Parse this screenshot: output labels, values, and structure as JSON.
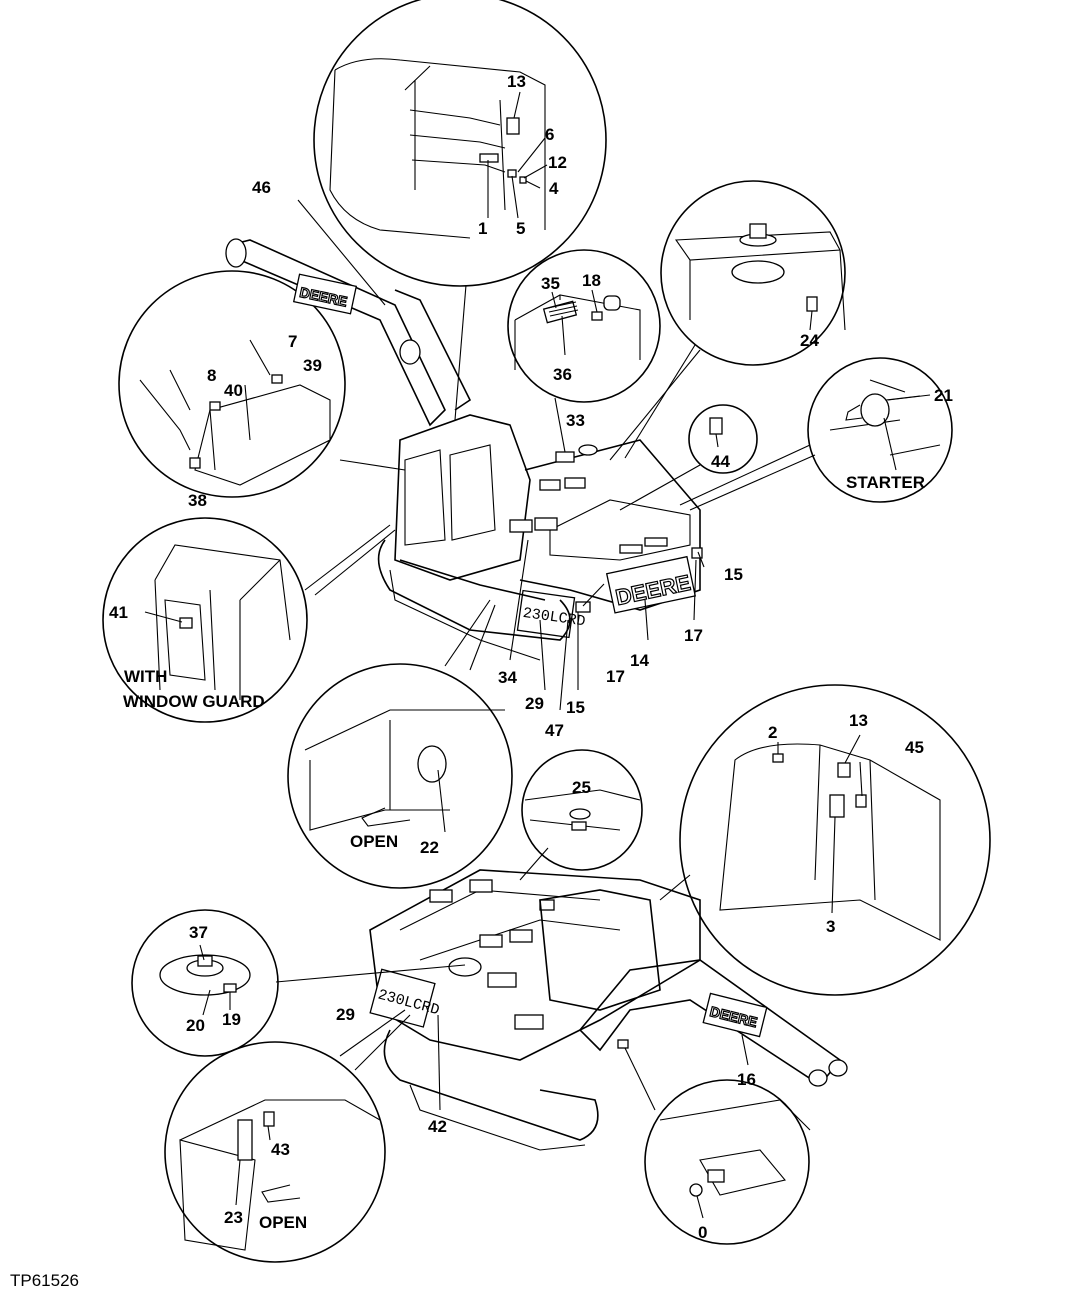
{
  "figure_id": "TP61526",
  "callouts": {
    "c0": "0",
    "c1": "1",
    "c2": "2",
    "c3": "3",
    "c4": "4",
    "c5": "5",
    "c6": "6",
    "c7": "7",
    "c8": "8",
    "c12": "12",
    "c13a": "13",
    "c13b": "13",
    "c14": "14",
    "c15a": "15",
    "c15b": "15",
    "c16": "16",
    "c17a": "17",
    "c17b": "17",
    "c18": "18",
    "c19": "19",
    "c20": "20",
    "c21": "21",
    "c22": "22",
    "c23": "23",
    "c24": "24",
    "c25": "25",
    "c29a": "29",
    "c29b": "29",
    "c33": "33",
    "c34": "34",
    "c35": "35",
    "c36": "36",
    "c37": "37",
    "c38": "38",
    "c39": "39",
    "c40": "40",
    "c41": "41",
    "c42": "42",
    "c43": "43",
    "c44": "44",
    "c45": "45",
    "c46": "46",
    "c47": "47"
  },
  "captions": {
    "starter": "STARTER",
    "window_guard_1": "WITH",
    "window_guard_2": "WINDOW GUARD",
    "open_1": "OPEN",
    "open_2": "OPEN"
  },
  "decals": {
    "brand_boom_top": "DEERE",
    "brand_counterweight": "DEERE",
    "brand_boom_bottom": "DEERE",
    "model_top": "230LCRD",
    "model_bottom": "230LCRD"
  }
}
